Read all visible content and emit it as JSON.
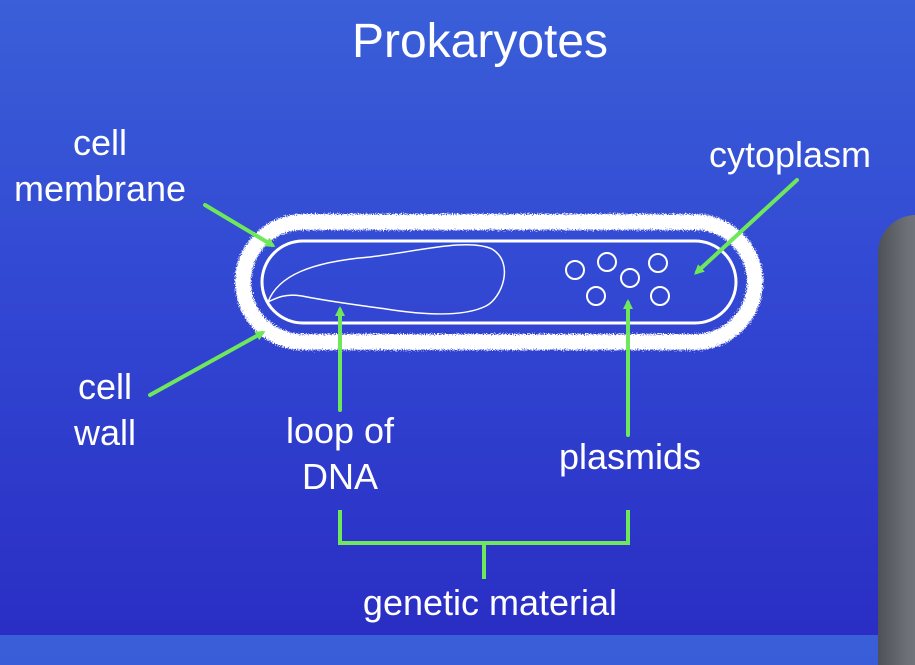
{
  "title": "Prokaryotes",
  "labels": {
    "cell_membrane_line1": "cell",
    "cell_membrane_line2": "membrane",
    "cell_wall_line1": "cell",
    "cell_wall_line2": "wall",
    "cytoplasm": "cytoplasm",
    "loop_dna_line1": "loop of",
    "loop_dna_line2": "DNA",
    "plasmids": "plasmids",
    "genetic_material": "genetic material"
  },
  "colors": {
    "background_top": "#3a5fd8",
    "background_bottom": "#2a2ec4",
    "arrow": "#6ee85a",
    "text": "#ffffff"
  }
}
